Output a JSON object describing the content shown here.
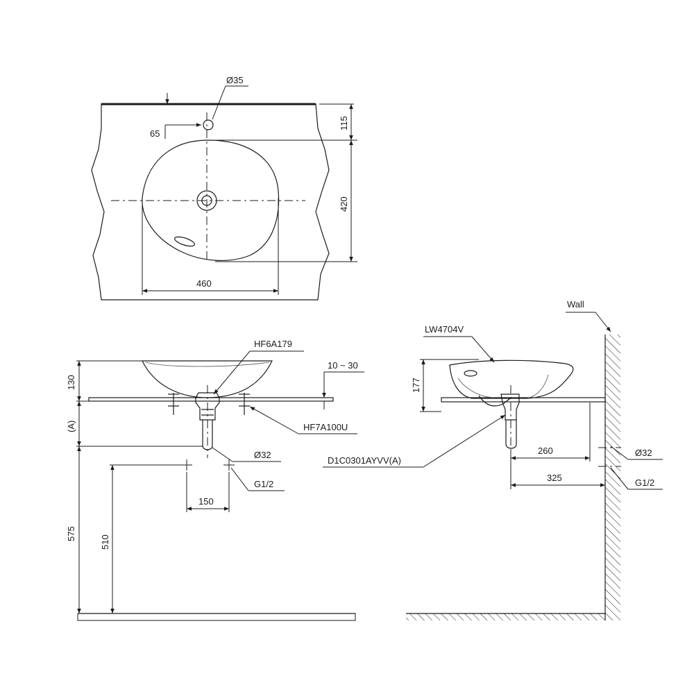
{
  "top_view": {
    "dim_hole_diameter": "Ø35",
    "dim_hole_offset": "65",
    "dim_top_to_hole": "115",
    "dim_depth": "420",
    "dim_width": "460"
  },
  "front_view": {
    "label_drain": "HF6A179",
    "label_fitting": "HF7A100U",
    "dim_counter_thickness": "10 ~ 30",
    "dim_basin_height": "130",
    "dim_a": "(A)",
    "dim_pipe": "Ø32",
    "dim_supply": "G1/2",
    "dim_supply_spacing": "150",
    "dim_floor_to_outlet": "575",
    "dim_floor_to_supply": "510"
  },
  "side_view": {
    "label_wall": "Wall",
    "label_model": "LW4704V",
    "dim_height": "177",
    "label_trap": "D1C0301AYVV(A)",
    "dim_wall_to_drain": "260",
    "dim_wall_to_outlet": "325",
    "dim_pipe": "Ø32",
    "dim_supply": "G1/2"
  }
}
